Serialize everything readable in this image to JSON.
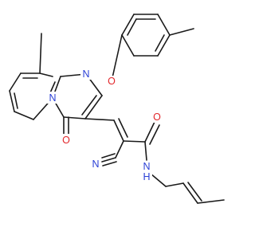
{
  "colors": {
    "carbon_bond": "#1a1a1a",
    "oxygen": "#e2262a",
    "nitrogen": "#2a3fd6",
    "background": "#ffffff"
  },
  "atom_labels": {
    "pyrimidine_n_top": "N",
    "ring_n_bridge": "N",
    "ether_o": "O",
    "carbonyl_o_ring": "O",
    "nitrile_n": "N",
    "amide_o": "O",
    "amide_n": "N",
    "amide_h": "H"
  }
}
